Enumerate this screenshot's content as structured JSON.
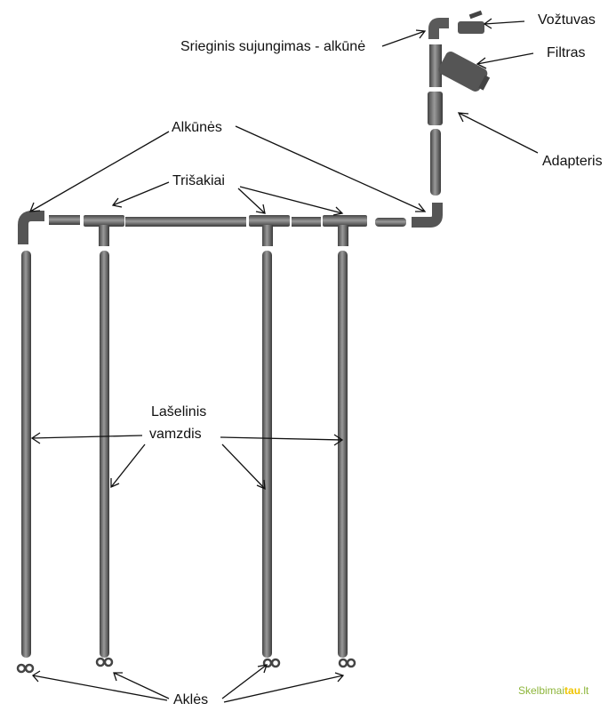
{
  "labels": {
    "valve": "Vožtuvas",
    "filter": "Filtras",
    "threaded_elbow": "Srieginis sujungimas - alkūnė",
    "adapter": "Adapteris",
    "elbows": "Alkūnės",
    "tees": "Trišakiai",
    "drip_pipe_line1": "Lašelinis",
    "drip_pipe_line2": "vamzdis",
    "end_caps": "Aklės"
  },
  "watermark": {
    "part1": "Skelbimai",
    "part2": "tau",
    "part3": ".lt"
  },
  "colors": {
    "pipe": "#6a6a6a",
    "fitting": "#555555",
    "arrow": "#111111",
    "watermark_green": "#8db53a",
    "watermark_yellow": "#f0c400"
  }
}
